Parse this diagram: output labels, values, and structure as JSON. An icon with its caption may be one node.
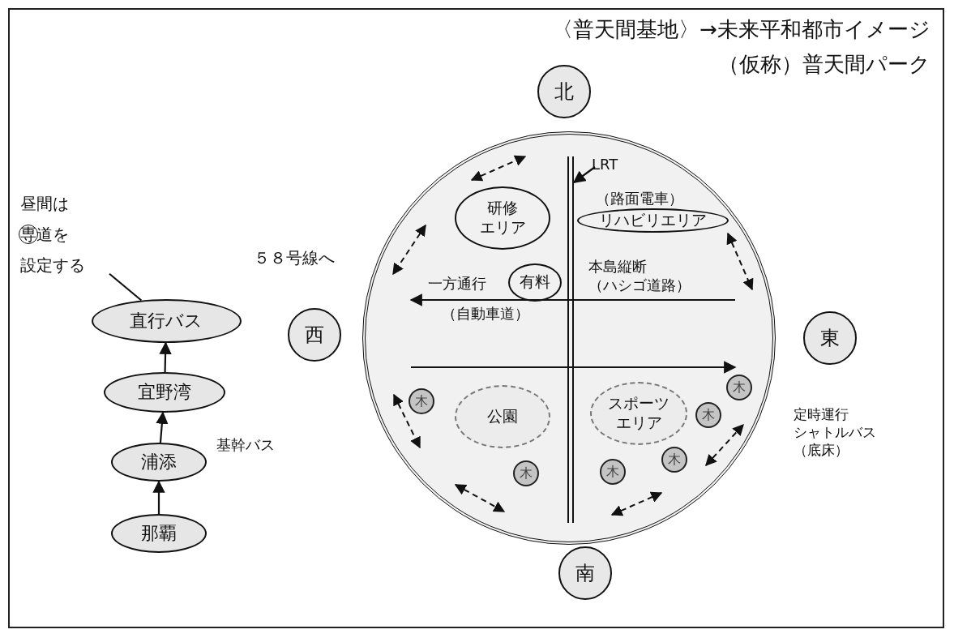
{
  "diagram": {
    "title": "〈普天間基地〉→未来平和都市イメージ",
    "nodes": [
      {
        "text": [],
        "shape": "circle"
      },
      {
        "text": [
          "北"
        ]
      },
      {
        "text": [
          "西"
        ]
      },
      {
        "text": [
          "東"
        ]
      },
      {
        "text": [
          "南"
        ]
      },
      {
        "text": [
          "研修エリア"
        ],
        "in": 0
      },
      {
        "text": [
          "リハビリエリア"
        ],
        "in": 0
      },
      {
        "text": [
          "有料"
        ],
        "in": 0
      },
      {
        "text": [
          "公園"
        ],
        "in": 0
      },
      {
        "text": [
          "スポーツエリア"
        ],
        "in": 0
      },
      {
        "text": [
          "木"
        ],
        "in": 0
      },
      {
        "text": [
          "木"
        ],
        "in": 0
      },
      {
        "text": [
          "木"
        ],
        "in": 0
      },
      {
        "text": [
          "木"
        ],
        "in": 0
      },
      {
        "text": [
          "木"
        ],
        "in": 0
      },
      {
        "text": [
          "木"
        ],
        "in": 0
      },
      {
        "text": [
          "直行バス"
        ]
      },
      {
        "text": [
          "宜野湾"
        ]
      },
      {
        "text": [
          "浦添"
        ]
      },
      {
        "text": [
          "那覇"
        ]
      },
      {
        "text": [
          "昼間は専道を設定する"
        ]
      },
      {
        "text": [
          "LRT"
        ],
        "in": 0
      },
      {
        "text": [],
        "shape": "bar",
        "in": 0
      }
    ],
    "edges": [
      {
        "from": 19,
        "to": 18,
        "arrow": "to"
      },
      {
        "from": 18,
        "to": 17,
        "arrow": "to"
      },
      {
        "from": 17,
        "to": 16,
        "arrow": "to"
      },
      {
        "from": 20,
        "to": 16,
        "arrow": "none"
      },
      {
        "from": 21,
        "to": 22,
        "arrow": "to"
      }
    ],
    "labels": [
      "（仮称）普天間パーク",
      "（路面電車）",
      "５８号線へ",
      "本島縦断（ハシゴ道路）",
      "一方通行",
      "（自動車道）",
      "定時運行シャトルバス（底床）",
      "基幹バス"
    ]
  }
}
